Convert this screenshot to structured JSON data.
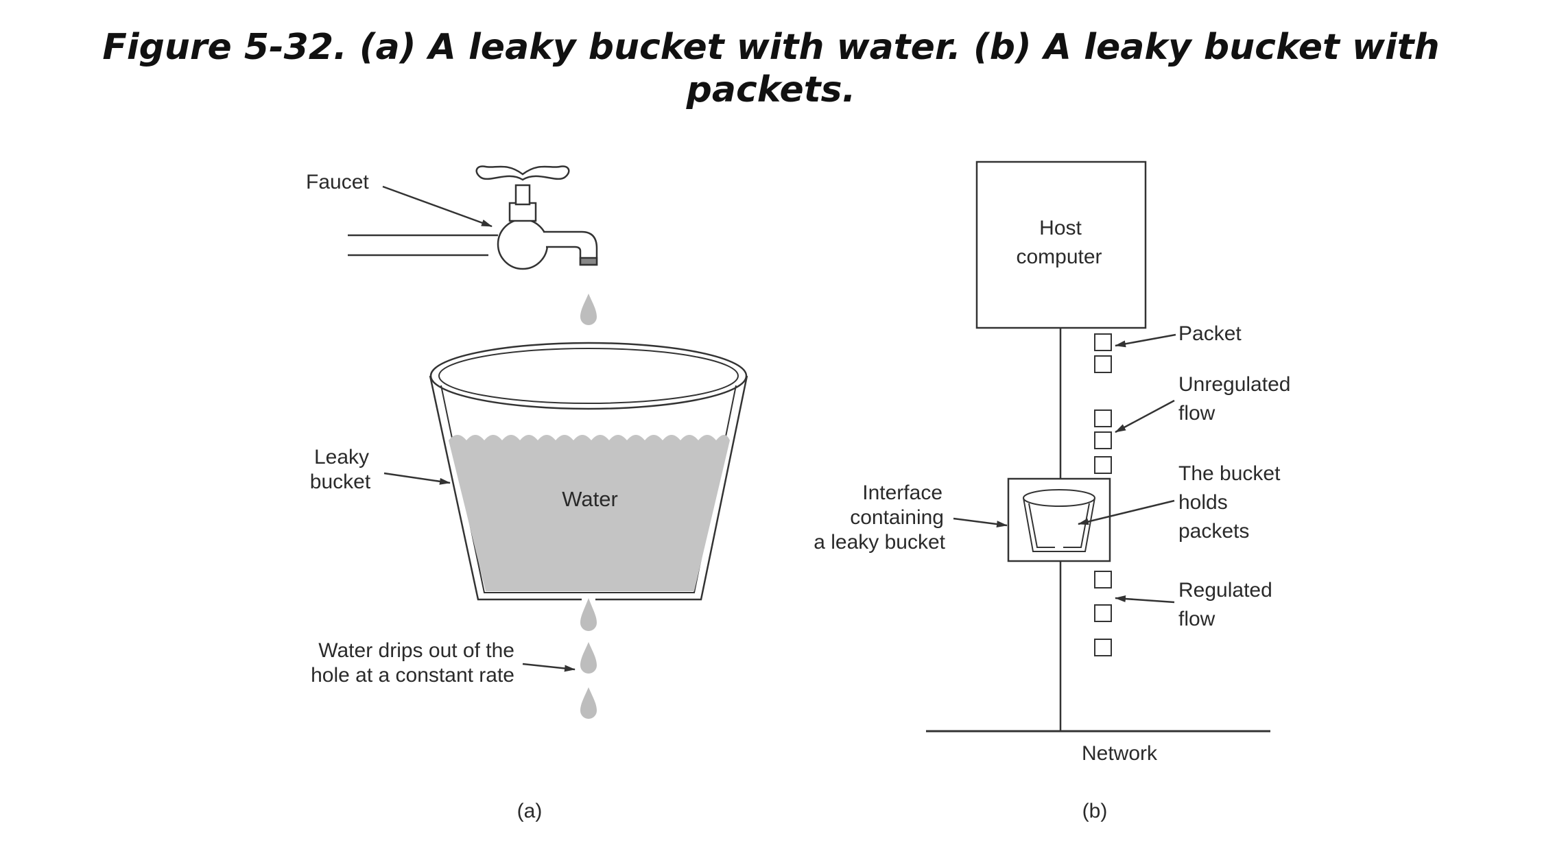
{
  "title": {
    "line1": "Figure 5-32. (a) A leaky bucket with water. (b) A leaky bucket with",
    "line2": "packets."
  },
  "panel_a": {
    "faucet_label": "Faucet",
    "leaky_bucket_label_1": "Leaky",
    "leaky_bucket_label_2": "bucket",
    "water_label": "Water",
    "drips_label_1": "Water drips out of the",
    "drips_label_2": "hole at a constant rate",
    "caption": "(a)"
  },
  "panel_b": {
    "host_label_1": "Host",
    "host_label_2": "computer",
    "packet_label": "Packet",
    "unregulated_label_1": "Unregulated",
    "unregulated_label_2": "flow",
    "bucket_holds_1": "The bucket",
    "bucket_holds_2": "holds",
    "bucket_holds_3": "packets",
    "interface_label_1": "Interface",
    "interface_label_2": "containing",
    "interface_label_3": "a leaky bucket",
    "regulated_label_1": "Regulated",
    "regulated_label_2": "flow",
    "network_label": "Network",
    "caption": "(b)"
  },
  "colors": {
    "line": "#333333",
    "water": "#c4c4c4",
    "drop": "#bdbdbd"
  }
}
